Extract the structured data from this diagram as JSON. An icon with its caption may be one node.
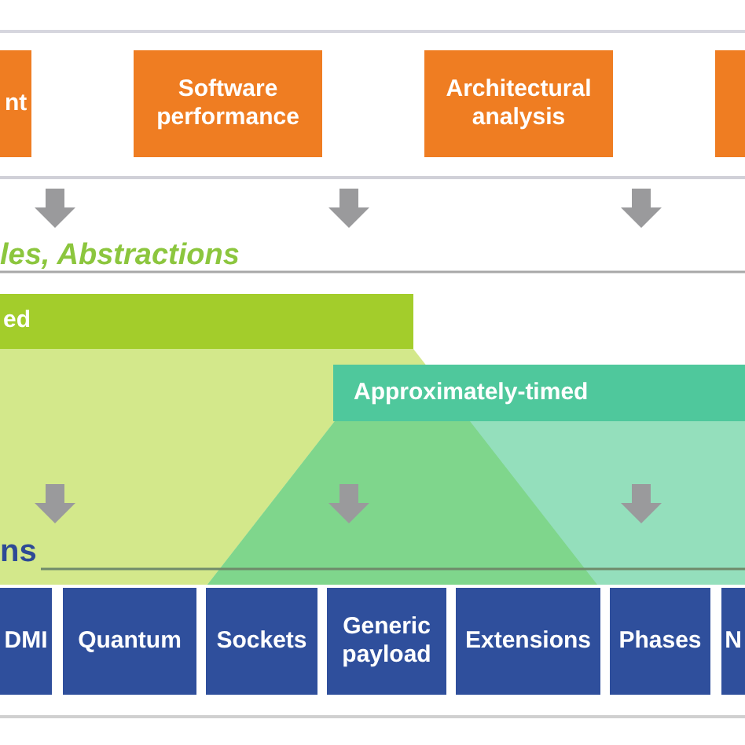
{
  "diagram": {
    "nodes": [
      {
        "text": [
          "nt"
        ]
      },
      {
        "text": [
          "Software performance"
        ]
      },
      {
        "text": [
          "Architectural analysis"
        ]
      },
      {
        "text": [],
        "shape": "box"
      },
      {
        "text": [
          "ed"
        ]
      },
      {
        "text": [
          "Approximately-timed"
        ]
      },
      {
        "text": [
          "DMI"
        ]
      },
      {
        "text": [
          "Quantum"
        ]
      },
      {
        "text": [
          "Sockets"
        ]
      },
      {
        "text": [
          "Generic payload"
        ]
      },
      {
        "text": [
          "Extensions"
        ]
      },
      {
        "text": [
          "Phases"
        ]
      },
      {
        "text": [
          "N"
        ]
      }
    ],
    "labels": [
      "les, Abstractions",
      "ns"
    ]
  }
}
